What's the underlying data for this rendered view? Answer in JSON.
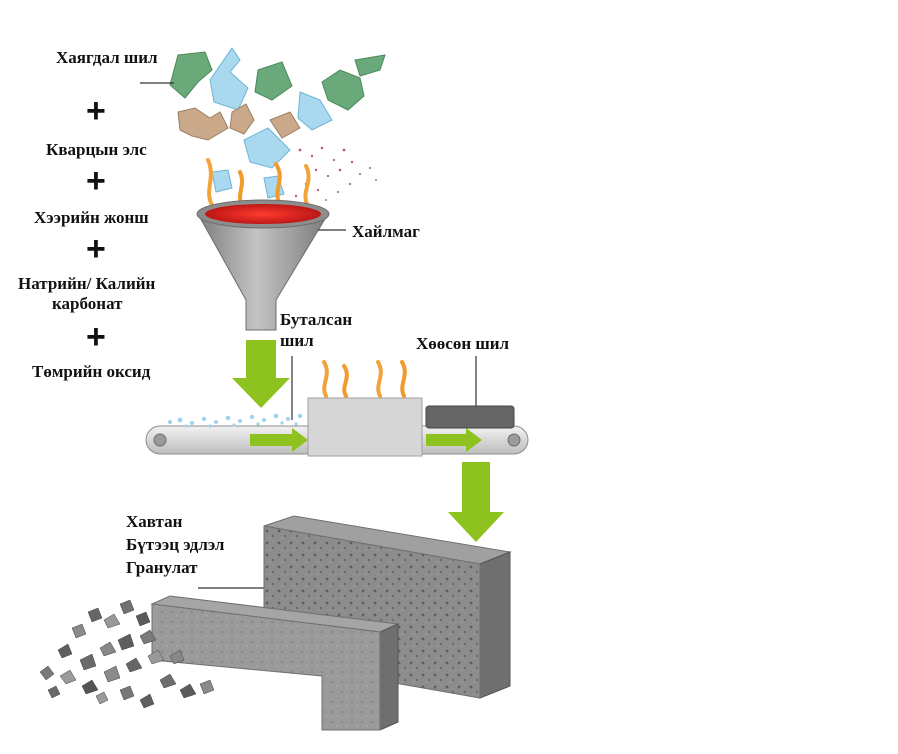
{
  "ingredients": {
    "waste_glass": "Хаягдал шил",
    "quartz_sand": "Кварцын элс",
    "feldspar": "Хээрийн жонш",
    "carbonate_line1": "Натрийн/ Калийн",
    "carbonate_line2": "карбонат",
    "iron_oxide": "Төмрийн оксид",
    "plus_sign": "+"
  },
  "process": {
    "melt": "Хайлмаг",
    "cooled_glass_line1": "Буталсан",
    "cooled_glass_line2": "шил",
    "foam_glass": "Хөөсөн шил"
  },
  "products": {
    "line1": "Хавтан",
    "line2": "Бүтээц эдлэл",
    "line3": "Гранулат"
  },
  "colors": {
    "arrow_green": "#8dc21f",
    "melt_red": "#e02020",
    "funnel_gray": "#9a9a9a",
    "foam_block": "#8f8f8f",
    "shard_green": "#6aaa7a",
    "shard_blue": "#a9d9ef",
    "shard_tan": "#c9a98a"
  }
}
